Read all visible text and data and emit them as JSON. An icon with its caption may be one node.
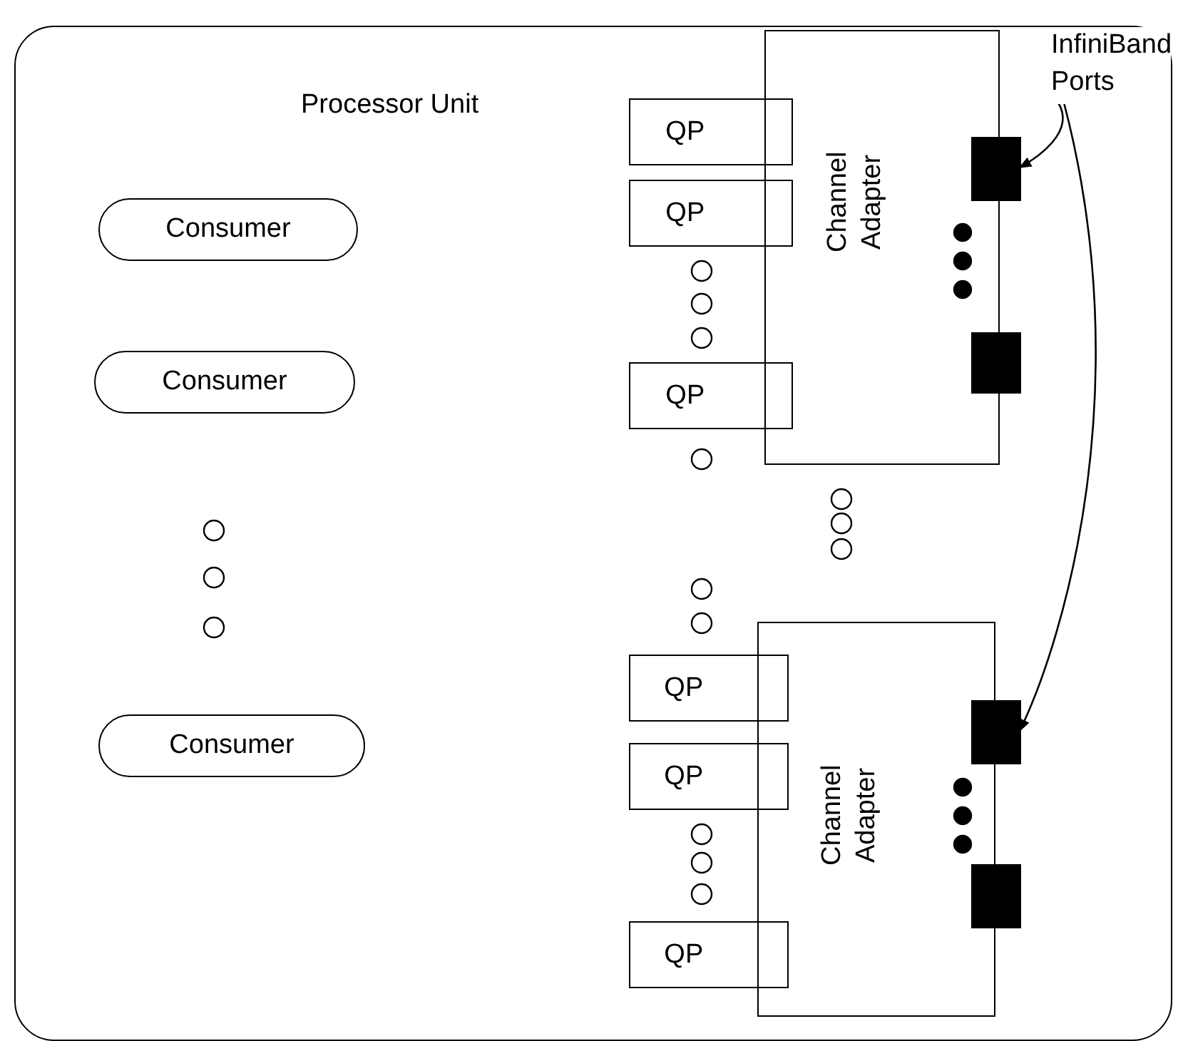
{
  "diagram": {
    "nodes": [
      {
        "text": [
          "Processor Unit"
        ]
      },
      {
        "text": [
          "Consumer"
        ],
        "in": 0
      },
      {
        "text": [
          "Consumer"
        ],
        "in": 0
      },
      {
        "text": [
          "Consumer"
        ],
        "in": 0
      },
      {
        "text": [
          "Channel Adapter"
        ],
        "in": 0
      },
      {
        "text": [
          "QP"
        ],
        "in": 0
      },
      {
        "text": [
          "QP"
        ],
        "in": 0
      },
      {
        "text": [
          "QP"
        ],
        "in": 0
      },
      {
        "text": [],
        "shape": "box",
        "in": 0
      },
      {
        "text": [],
        "shape": "box",
        "in": 0
      },
      {
        "text": [
          "Channel Adapter"
        ],
        "in": 0
      },
      {
        "text": [
          "QP"
        ],
        "in": 0
      },
      {
        "text": [
          "QP"
        ],
        "in": 0
      },
      {
        "text": [
          "QP"
        ],
        "in": 0
      },
      {
        "text": [],
        "shape": "box",
        "in": 0
      },
      {
        "text": [],
        "shape": "box",
        "in": 0
      },
      {
        "text": [
          "InfiniBand Ports"
        ],
        "in": 0
      }
    ],
    "edges": [
      {
        "from": 16,
        "to": 8,
        "arrow": "to"
      },
      {
        "from": 16,
        "to": 14,
        "arrow": "to"
      }
    ]
  }
}
